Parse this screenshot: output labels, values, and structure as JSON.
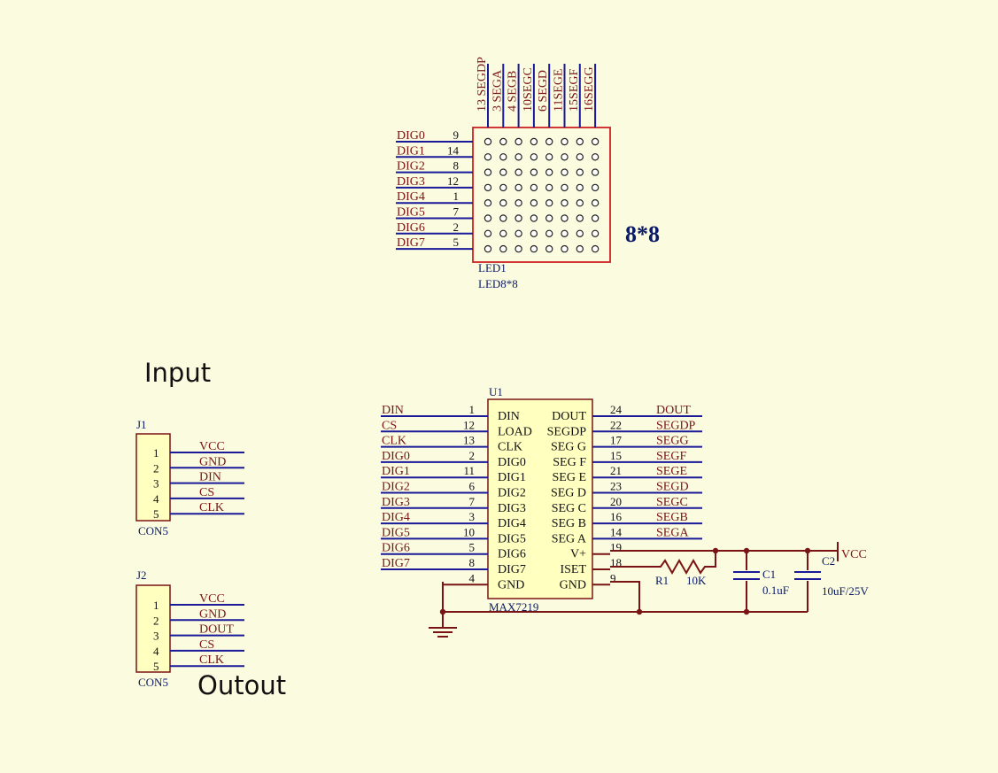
{
  "led_matrix": {
    "ref": "LED1",
    "value": "LED8*8",
    "size_label": "8*8",
    "rows": [
      {
        "net": "DIG0",
        "pin": "9"
      },
      {
        "net": "DIG1",
        "pin": "14"
      },
      {
        "net": "DIG2",
        "pin": "8"
      },
      {
        "net": "DIG3",
        "pin": "12"
      },
      {
        "net": "DIG4",
        "pin": "1"
      },
      {
        "net": "DIG5",
        "pin": "7"
      },
      {
        "net": "DIG6",
        "pin": "2"
      },
      {
        "net": "DIG7",
        "pin": "5"
      }
    ],
    "columns": [
      "13 SEGDP",
      "3 SEGA",
      "4 SEGB",
      "10SEGC",
      "6 SEGD",
      "11SEGE",
      "15SEGF",
      "16SEGG"
    ]
  },
  "labels": {
    "input": "Input",
    "output": "Outout"
  },
  "j1": {
    "ref": "J1",
    "value": "CON5",
    "pins": [
      {
        "num": "1",
        "net": "VCC"
      },
      {
        "num": "2",
        "net": "GND"
      },
      {
        "num": "3",
        "net": "DIN"
      },
      {
        "num": "4",
        "net": "CS"
      },
      {
        "num": "5",
        "net": "CLK"
      }
    ]
  },
  "j2": {
    "ref": "J2",
    "value": "CON5",
    "pins": [
      {
        "num": "1",
        "net": "VCC"
      },
      {
        "num": "2",
        "net": "GND"
      },
      {
        "num": "3",
        "net": "DOUT"
      },
      {
        "num": "4",
        "net": "CS"
      },
      {
        "num": "5",
        "net": "CLK"
      }
    ]
  },
  "u1": {
    "ref": "U1",
    "value": "MAX7219",
    "left_pins": [
      {
        "net": "DIN",
        "num": "1",
        "name": "DIN"
      },
      {
        "net": "CS",
        "num": "12",
        "name": "LOAD"
      },
      {
        "net": "CLK",
        "num": "13",
        "name": "CLK"
      },
      {
        "net": "DIG0",
        "num": "2",
        "name": "DIG0"
      },
      {
        "net": "DIG1",
        "num": "11",
        "name": "DIG1"
      },
      {
        "net": "DIG2",
        "num": "6",
        "name": "DIG2"
      },
      {
        "net": "DIG3",
        "num": "7",
        "name": "DIG3"
      },
      {
        "net": "DIG4",
        "num": "3",
        "name": "DIG4"
      },
      {
        "net": "DIG5",
        "num": "10",
        "name": "DIG5"
      },
      {
        "net": "DIG6",
        "num": "5",
        "name": "DIG6"
      },
      {
        "net": "DIG7",
        "num": "8",
        "name": "DIG7"
      },
      {
        "net": "",
        "num": "4",
        "name": "GND"
      }
    ],
    "right_pins": [
      {
        "name": "DOUT",
        "num": "24",
        "net": "DOUT"
      },
      {
        "name": "SEGDP",
        "num": "22",
        "net": "SEGDP"
      },
      {
        "name": "SEG G",
        "num": "17",
        "net": "SEGG"
      },
      {
        "name": "SEG F",
        "num": "15",
        "net": "SEGF"
      },
      {
        "name": "SEG E",
        "num": "21",
        "net": "SEGE"
      },
      {
        "name": "SEG D",
        "num": "23",
        "net": "SEGD"
      },
      {
        "name": "SEG C",
        "num": "20",
        "net": "SEGC"
      },
      {
        "name": "SEG B",
        "num": "16",
        "net": "SEGB"
      },
      {
        "name": "SEG A",
        "num": "14",
        "net": "SEGA"
      },
      {
        "name": "V+",
        "num": "19",
        "net": ""
      },
      {
        "name": "ISET",
        "num": "18",
        "net": ""
      },
      {
        "name": "GND",
        "num": "9",
        "net": ""
      }
    ]
  },
  "r1": {
    "ref": "R1",
    "value": "10K"
  },
  "c1": {
    "ref": "C1",
    "value": "0.1uF"
  },
  "c2": {
    "ref": "C2",
    "value": "10uF/25V"
  },
  "vcc_label": "VCC"
}
